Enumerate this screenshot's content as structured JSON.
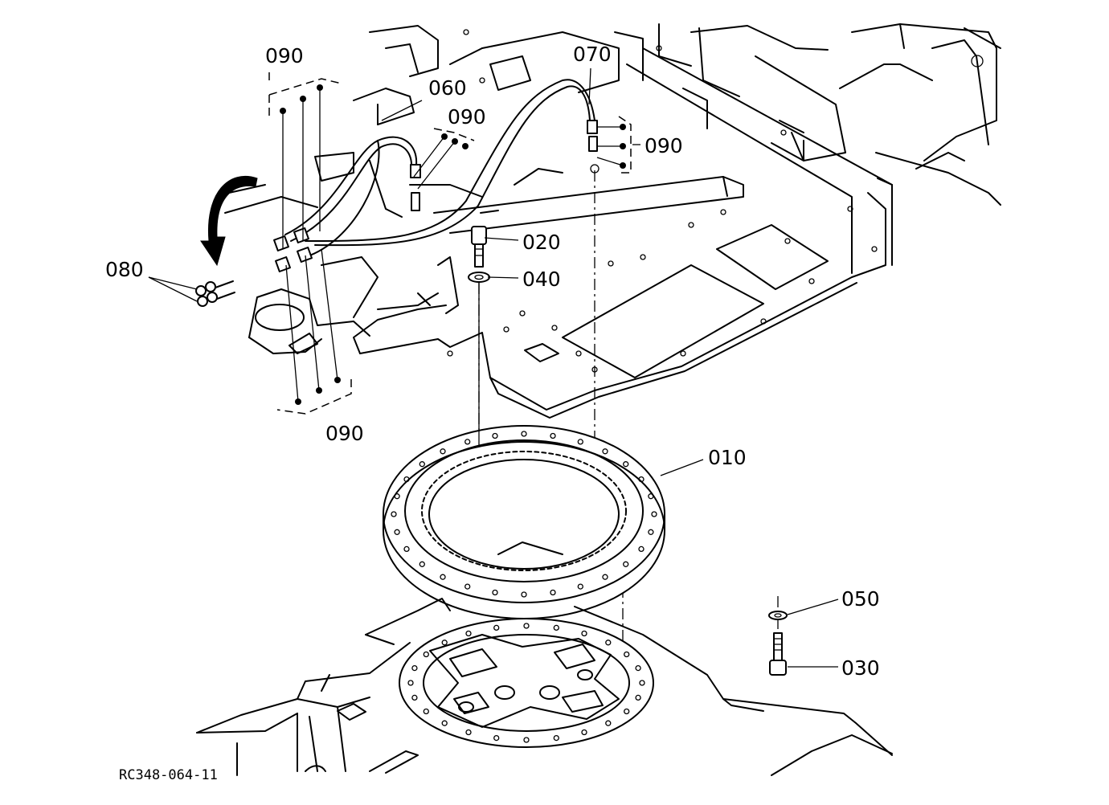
{
  "diagram_code": "RC348-064-11",
  "callouts": {
    "p010": "010",
    "p020": "020",
    "p030": "030",
    "p040": "040",
    "p050": "050",
    "p060": "060",
    "p070": "070",
    "p080": "080",
    "p090_top_left": "090",
    "p090_mid": "090",
    "p090_right": "090",
    "p090_bottom": "090"
  }
}
